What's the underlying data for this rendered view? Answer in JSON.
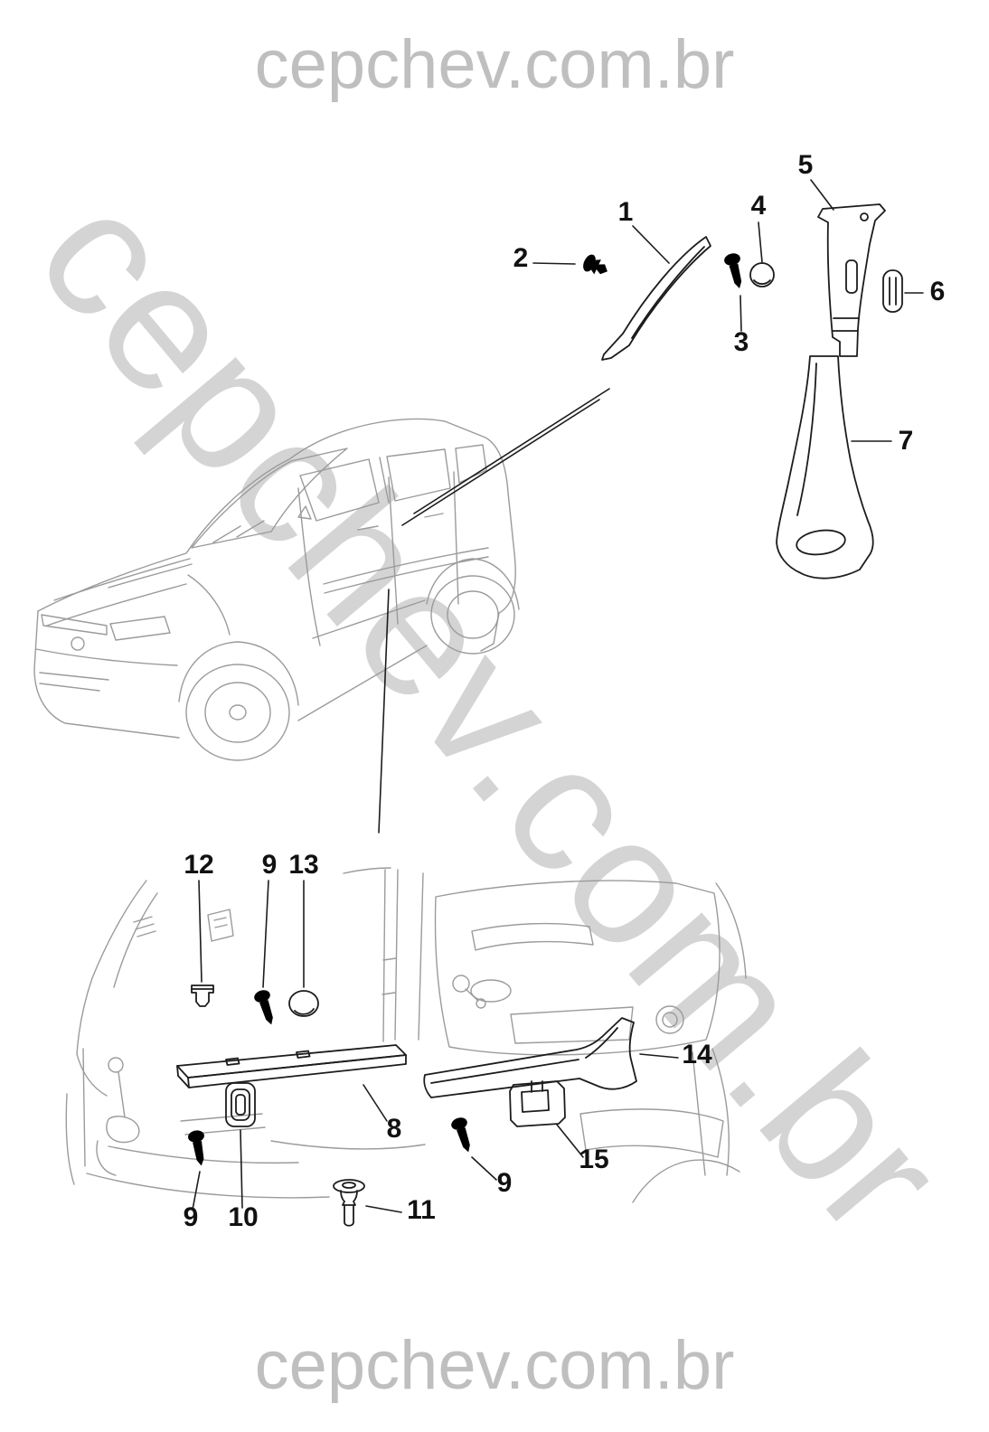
{
  "watermarks": {
    "top": "cepchev.com.br",
    "diagonal": "cepchev.com.br",
    "bottom": "cepchev.com.br"
  },
  "diagram": {
    "callouts": [
      {
        "ref": "1"
      },
      {
        "ref": "2"
      },
      {
        "ref": "3"
      },
      {
        "ref": "4"
      },
      {
        "ref": "5"
      },
      {
        "ref": "6"
      },
      {
        "ref": "7"
      },
      {
        "ref": "12"
      },
      {
        "ref": "9"
      },
      {
        "ref": "13"
      },
      {
        "ref": "8"
      },
      {
        "ref": "14"
      },
      {
        "ref": "15"
      },
      {
        "ref": "9"
      },
      {
        "ref": "9"
      },
      {
        "ref": "10"
      },
      {
        "ref": "11"
      }
    ]
  }
}
